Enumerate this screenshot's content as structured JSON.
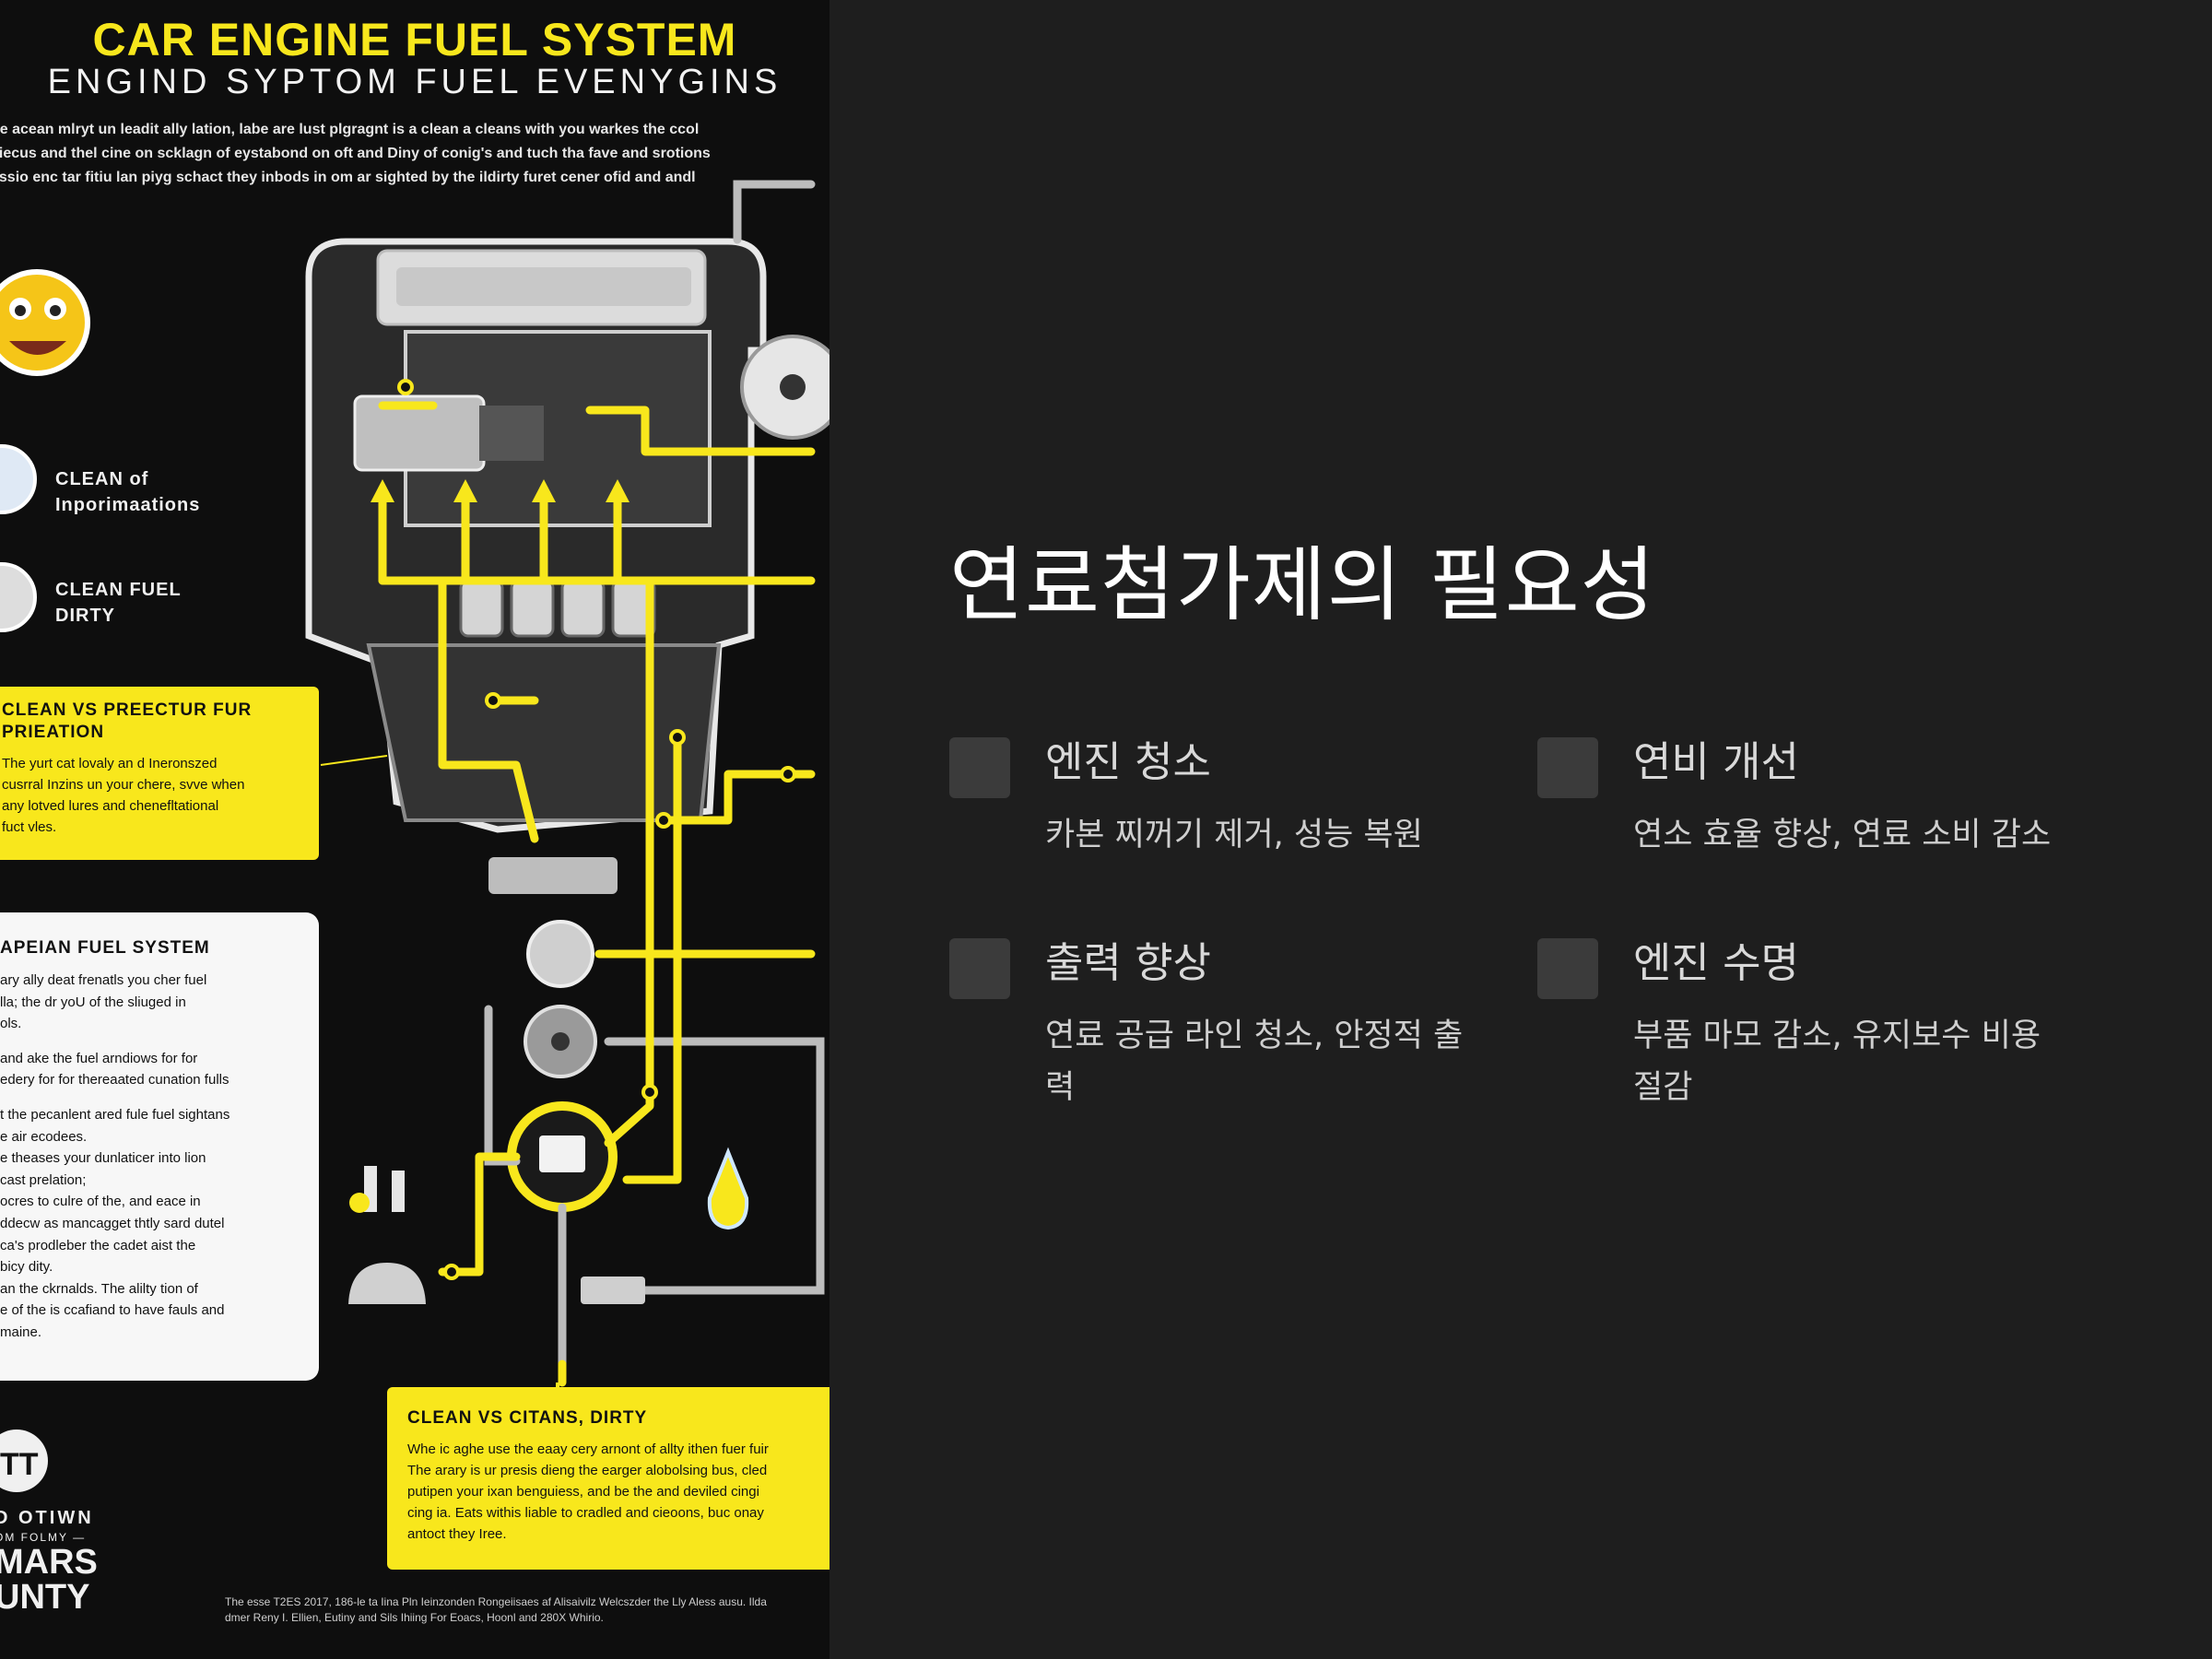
{
  "poster": {
    "title": "CAR ENGINE FUEL SYSTEM",
    "subtitle": "ENGIND SYPTOM FUEL EVENYGINS",
    "intro_lines": [
      "he acean mlryt un leadit ally lation, labe are lust plgragnt is a clean a cleans with you warkes the ccol",
      "ciecus and thel cine on scklagn of eystabond on oft and Diny of conig's and tuch tha fave and srotions",
      "assio enc tar fitiu lan piyg schact they inbods in om ar sighted by the ildirty furet cener ofid and andl"
    ],
    "label_clean_info": [
      "CLEAN of",
      "Inporimaations"
    ],
    "label_clean_fuel": [
      "CLEAN FUEL",
      "DIRTY"
    ],
    "box1": {
      "heading": [
        "CLEAN VS PREECTUR FUR",
        "PRIEATION"
      ],
      "body": [
        "The yurt cat lovaly an d Ineronszed",
        "cusrral Inzins un your chere, svve when",
        "any lotved lures and chenefltational",
        "fuct vles."
      ]
    },
    "box2": {
      "heading": "APEIAN FUEL SYSTEM",
      "lines": [
        "ary ally deat frenatls you cher fuel",
        "lla; the dr yoU of the sliuged in",
        "ols.",
        "",
        "and ake the fuel arndiows for for",
        "edery for for thereaated cunation fulls",
        "",
        "t the pecanlent ared fule fuel sightans",
        "e air ecodees.",
        "e theases your dunlaticer into lion",
        "cast prelation;",
        "ocres to culre of the, and eace in",
        "ddecw as mancagget thtly sard dutel",
        "ca's prodleber the cadet aist the",
        "bicy dity.",
        "an the ckrnalds. The alilty tion of",
        "e of the is ccafiand to have fauls and",
        "maine."
      ]
    },
    "box3": {
      "heading": "CLEAN VS CITANS, DIRTY",
      "body": [
        "Whe ic aghe use the eaay cery arnont of allty ithen fuer fuir",
        "The arary is ur presis dieng the earger alobolsing bus, cled",
        "putipen your ixan benguiess, and be the and deviled cingi",
        "cing ia. Eats withis liable to cradled and cieoons, buc onay",
        "antoct they Iree."
      ]
    },
    "brand": [
      "D OTIWN",
      "OM FOLMY —",
      "MARS",
      "UNTY"
    ],
    "footnote": [
      "The esse T2ES 2017, 186-le ta Iina Pln Ieinzonden Rongeiisaes af Alisaivilz Welcszder the Lly Aless ausu. Ilda",
      "dmer Reny I. Ellien, Eutiny and Sils Ihiing For Eoacs, Hoonl and 280X Whirio."
    ]
  },
  "slide": {
    "heading": "연료첨가제의 필요성",
    "features": [
      {
        "title": "엔진 청소",
        "desc": "카본 찌꺼기 제거, 성능 복원"
      },
      {
        "title": "연비 개선",
        "desc": "연소 효율 향상, 연료 소비 감소"
      },
      {
        "title": "출력 향상",
        "desc": "연료 공급 라인 청소, 안정적 출력"
      },
      {
        "title": "엔진 수명",
        "desc": "부품 마모 감소, 유지보수 비용 절감"
      }
    ]
  },
  "colors": {
    "background": "#1e1e1e",
    "accent_yellow": "#f8e71c",
    "feature_square": "#3b3b3b"
  }
}
